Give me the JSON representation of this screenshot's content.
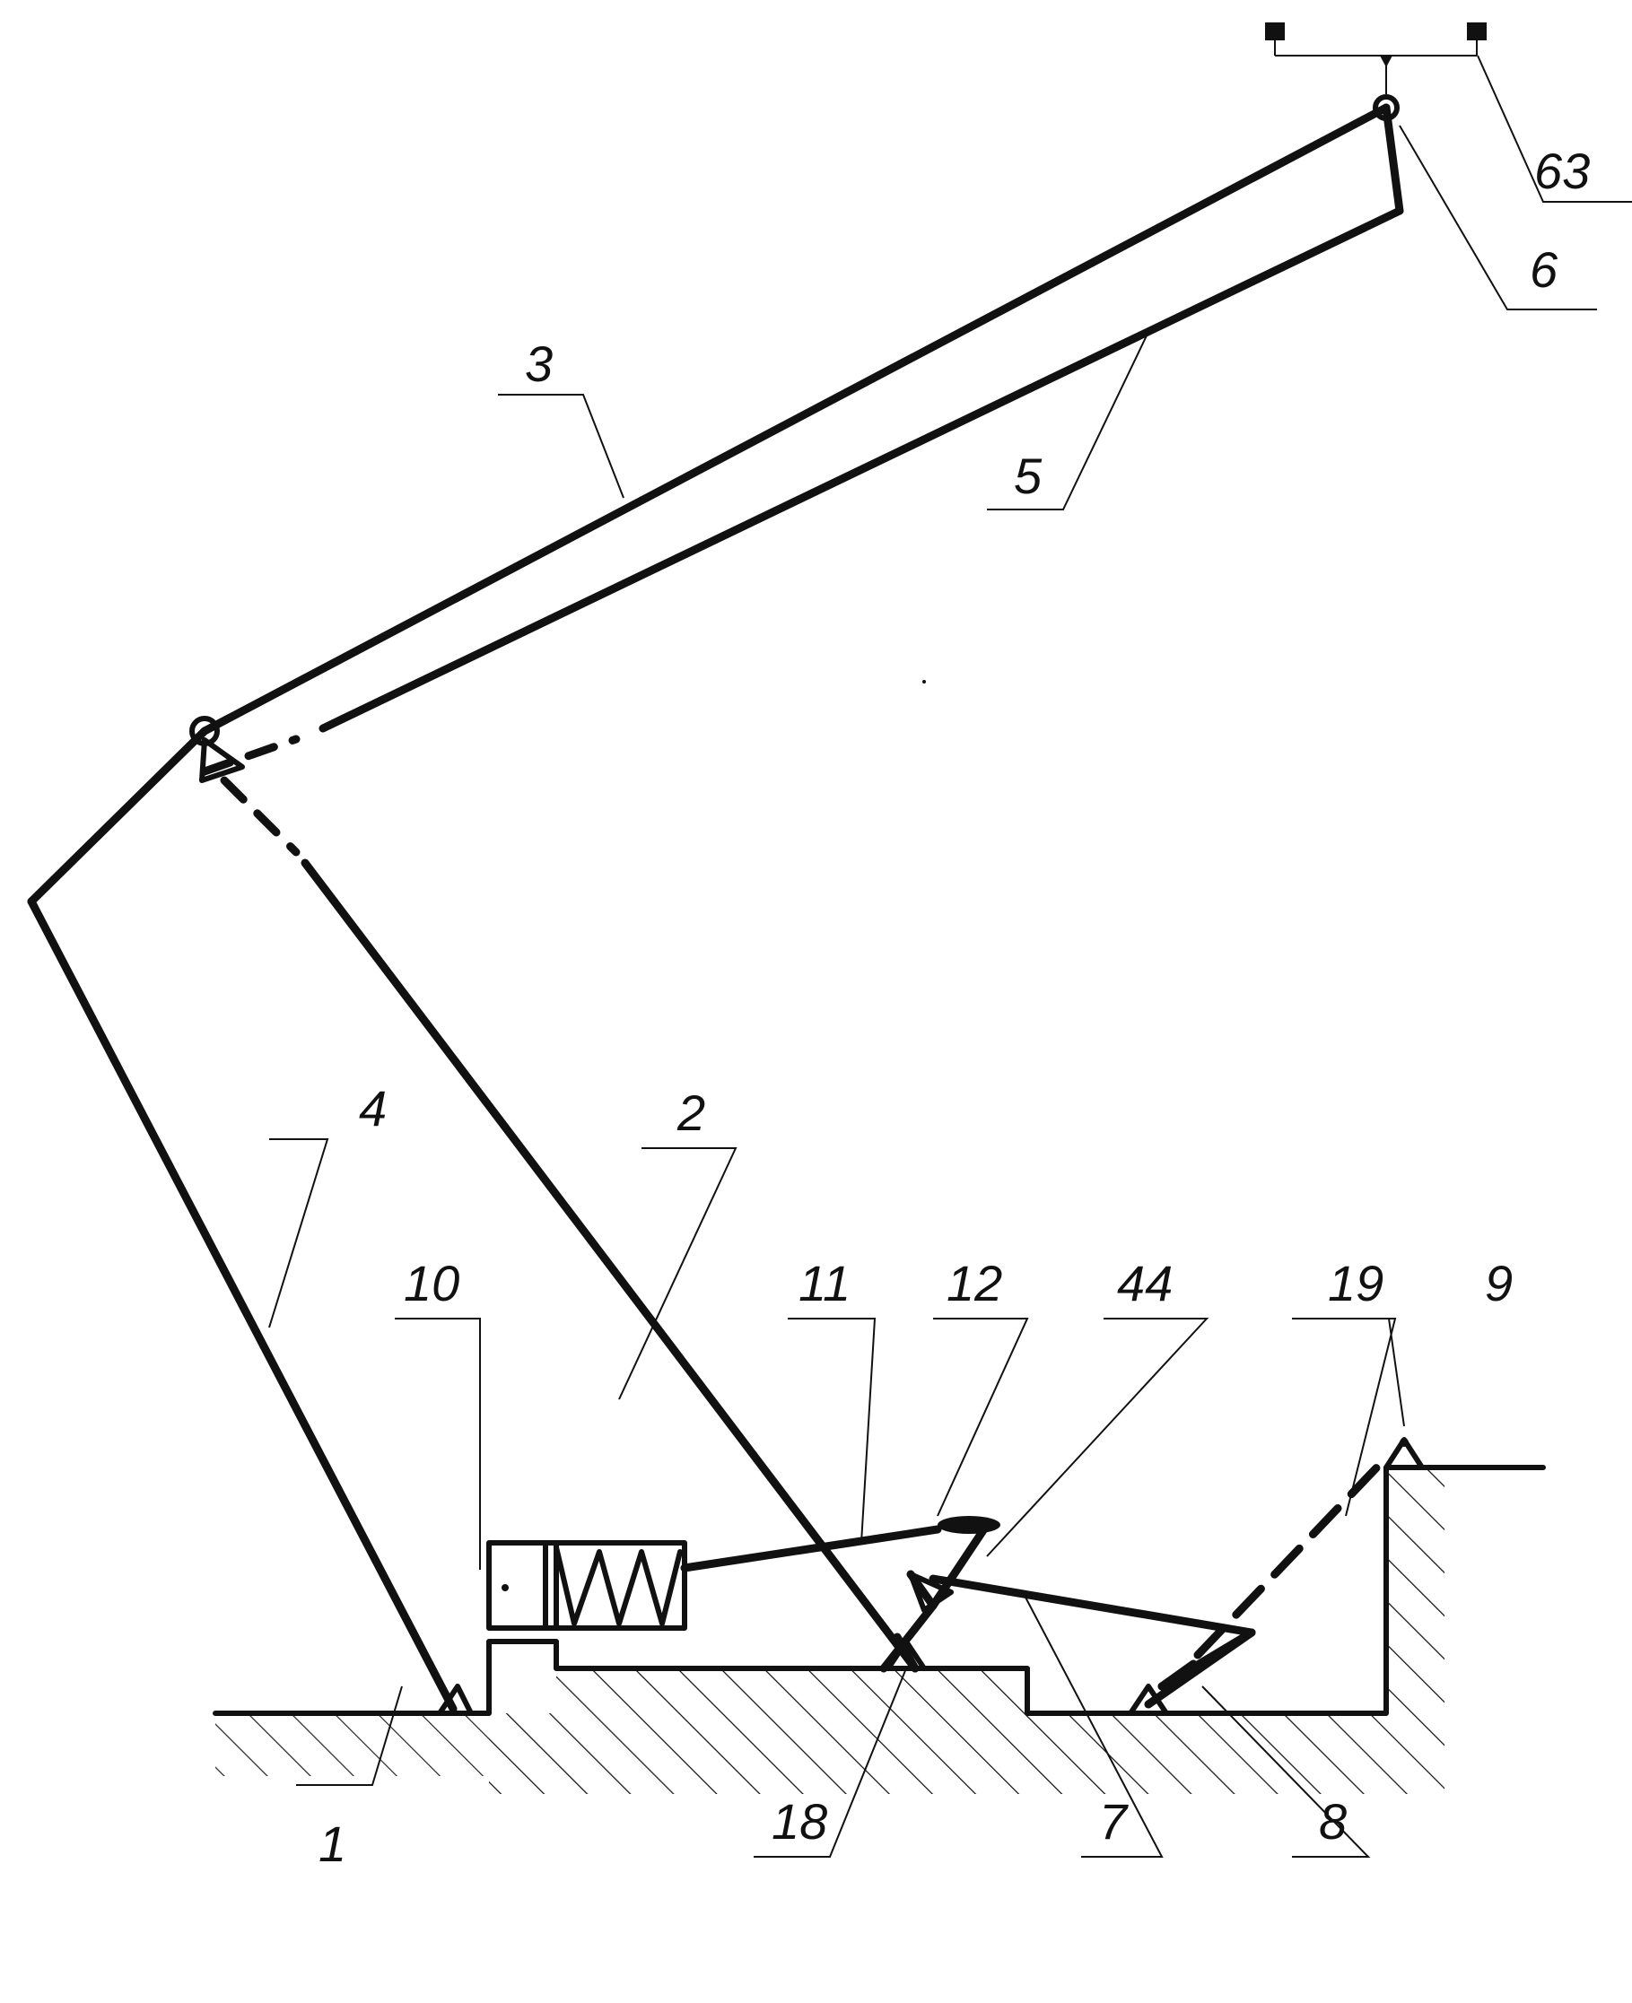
{
  "labels": {
    "l1": "1",
    "l2": "2",
    "l3": "3",
    "l4": "4",
    "l5": "5",
    "l6": "6",
    "l7": "7",
    "l8": "8",
    "l9": "9",
    "l10": "10",
    "l11": "11",
    "l12": "12",
    "l18": "18",
    "l19": "19",
    "l44": "44",
    "l63": "63"
  }
}
